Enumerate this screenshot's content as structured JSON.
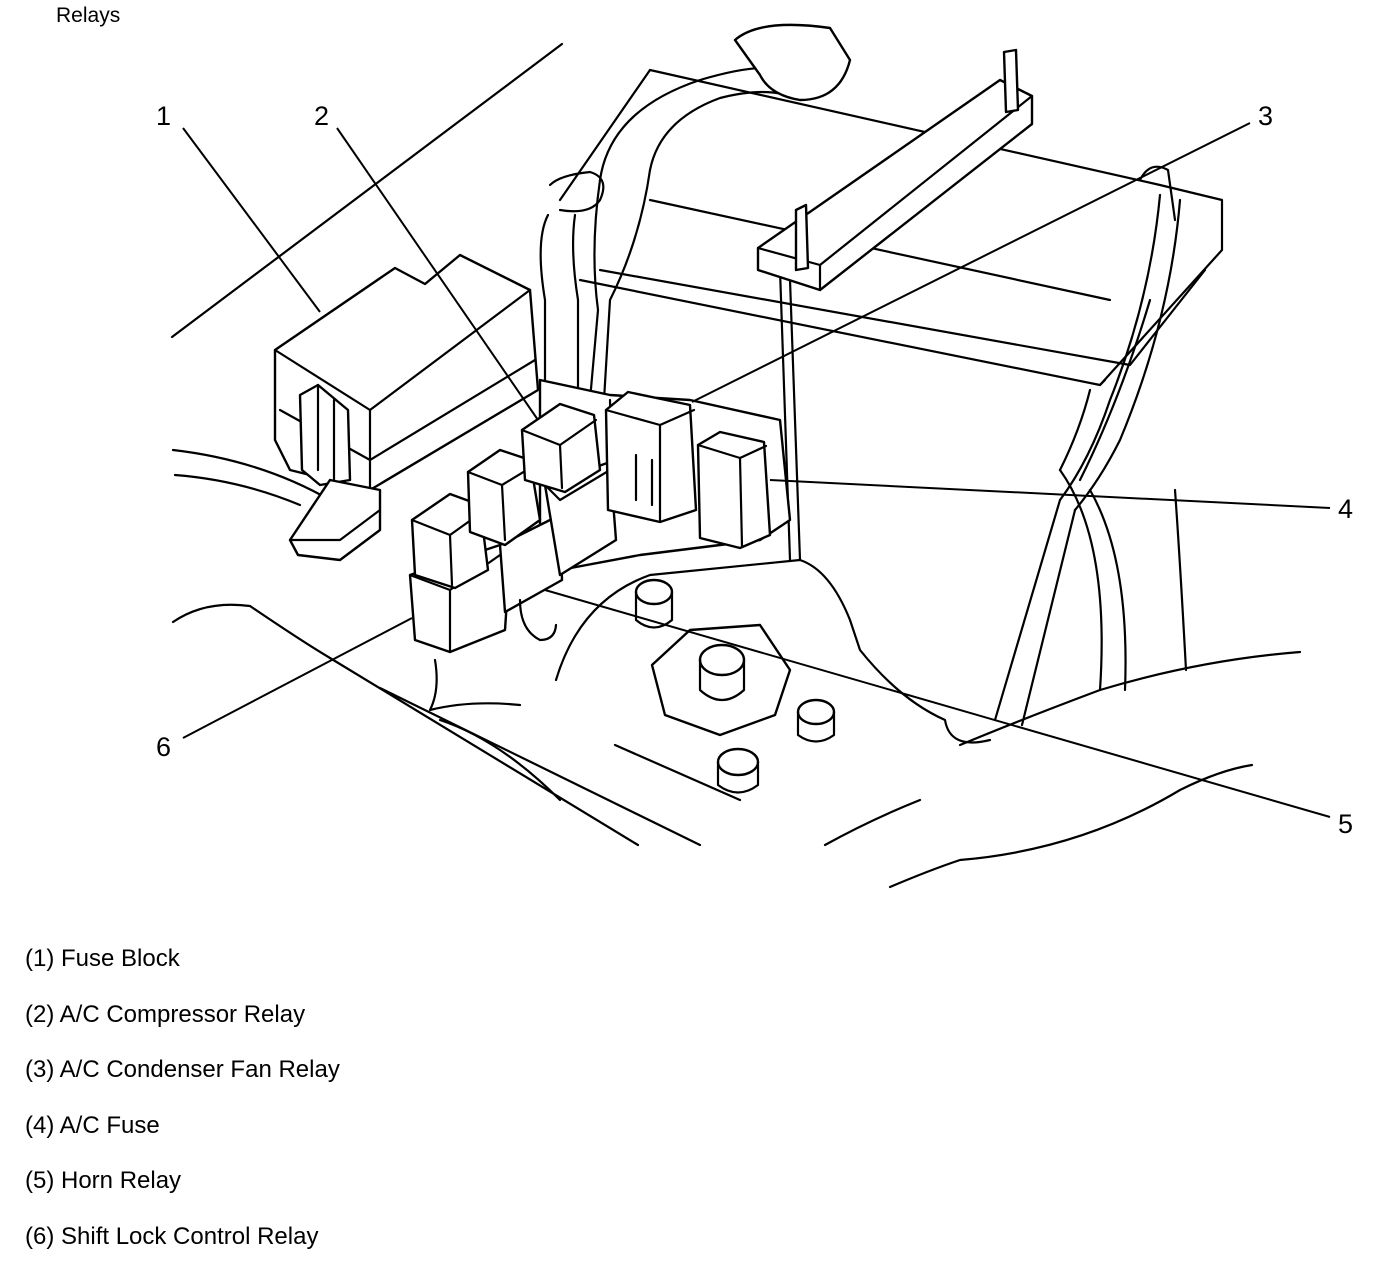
{
  "title": "Relays",
  "callouts": [
    {
      "number": "1",
      "name": "Fuse Block"
    },
    {
      "number": "2",
      "name": "A/C Compressor Relay"
    },
    {
      "number": "3",
      "name": "A/C Condenser Fan Relay"
    },
    {
      "number": "4",
      "name": "A/C Fuse"
    },
    {
      "number": "5",
      "name": "Horn Relay"
    },
    {
      "number": "6",
      "name": "Shift Lock Control Relay"
    }
  ],
  "legend": [
    "(1) Fuse Block",
    "(2) A/C Compressor Relay",
    "(3) A/C Condenser Fan Relay",
    "(4) A/C Fuse",
    "(5) Horn Relay",
    "(6) Shift Lock Control Relay"
  ]
}
